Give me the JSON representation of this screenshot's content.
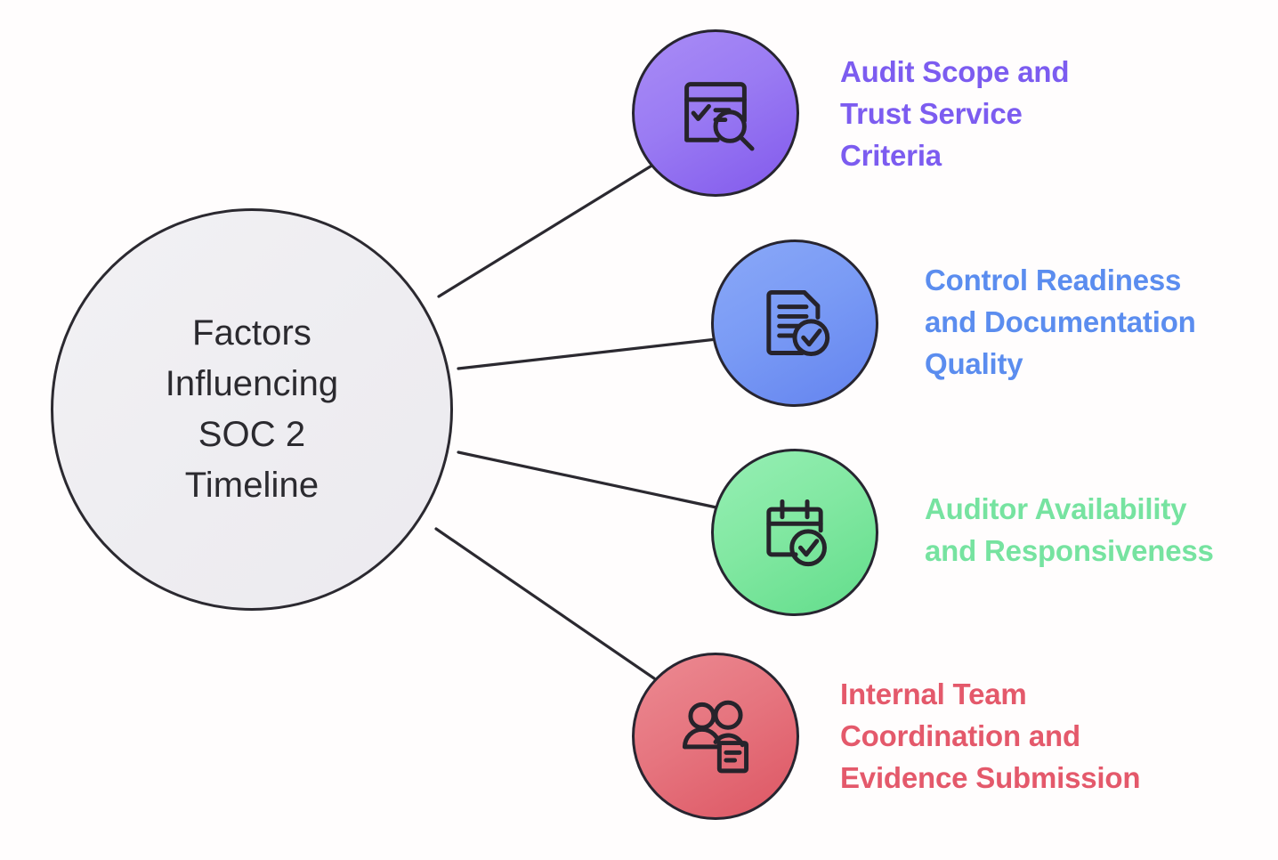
{
  "diagram": {
    "type": "hub-and-spoke mind map",
    "background_color": "#fffdfd",
    "edge_color": "#2b2930",
    "center": {
      "label": "Factors\nInfluencing\nSOC 2\nTimeline",
      "fill_color": "#efeef2",
      "border_color": "#2b2930",
      "text_color": "#2b2a2f"
    },
    "branches": [
      {
        "label": "Audit Scope and\nTrust Service\nCriteria",
        "icon": "browser-search-icon",
        "circle_color": "#8c67f2",
        "text_color": "#7c5cf0"
      },
      {
        "label": "Control Readiness\nand Documentation\nQuality",
        "icon": "document-check-icon",
        "circle_color": "#7396f3",
        "text_color": "#5b8def"
      },
      {
        "label": "Auditor Availability\nand Responsiveness",
        "icon": "calendar-check-icon",
        "circle_color": "#7ae79b",
        "text_color": "#76e3a0"
      },
      {
        "label": "Internal Team\nCoordination and\nEvidence Submission",
        "icon": "team-document-icon",
        "circle_color": "#e4707c",
        "text_color": "#e4596b"
      }
    ]
  }
}
